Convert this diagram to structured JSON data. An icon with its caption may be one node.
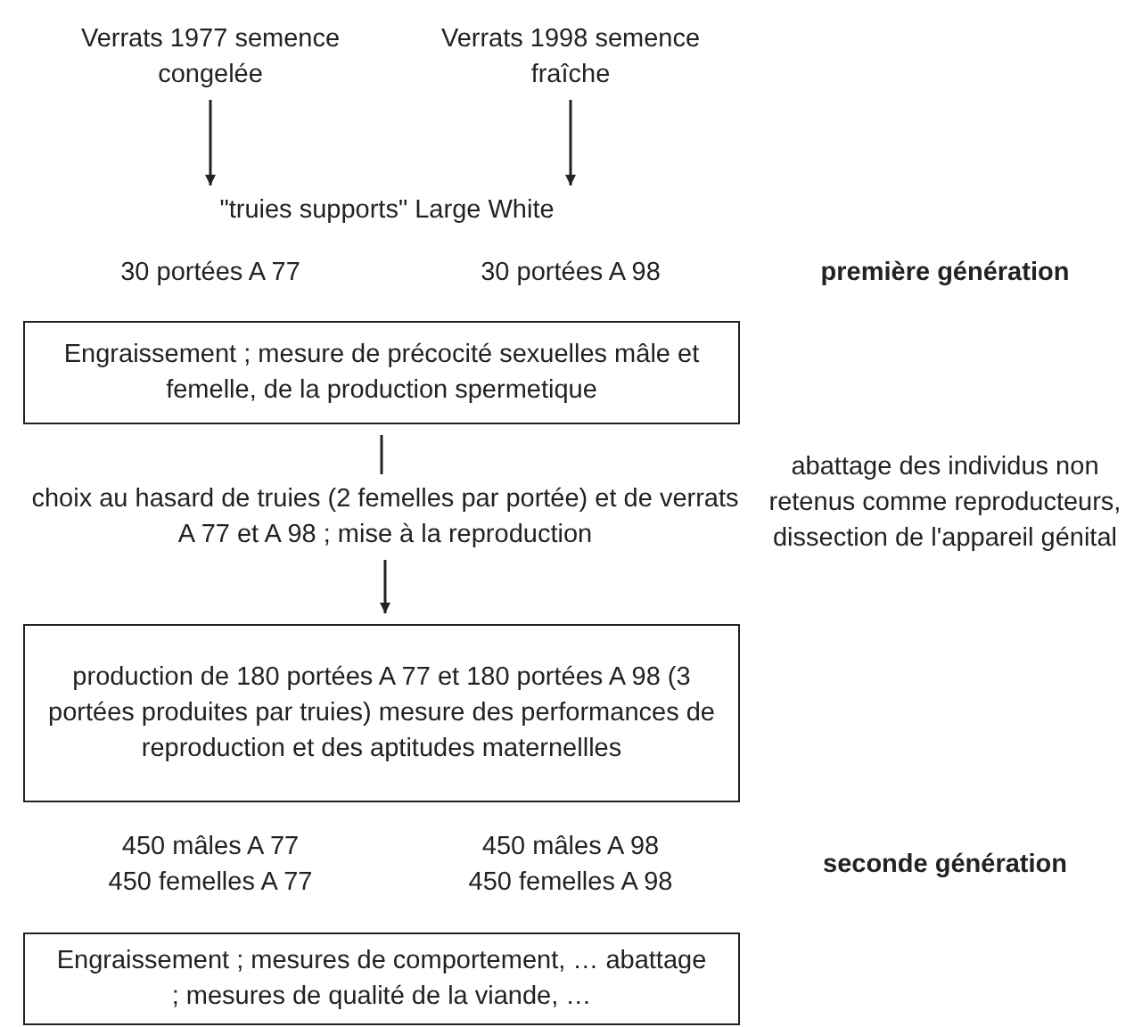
{
  "diagram": {
    "nodes": [
      {
        "text": [
          "Verrats 1977 semence congelée"
        ]
      },
      {
        "text": [
          "Verrats 1998 semence fraîche"
        ]
      },
      {
        "text": [
          "\"truies supports\" Large White"
        ]
      },
      {
        "text": [
          "Engraissement ; mesure de précocité sexuelles mâle et femelle, de la production spermetique"
        ]
      },
      {
        "text": [
          "choix au hasard de truies (2 femelles par portée) et de verrats A 77 et A 98 ; mise à la reproduction"
        ]
      },
      {
        "text": [
          "production de 180 portées A 77 et 180 portées A 98 (3 portées produites par truies) mesure des performances de reproduction et des aptitudes maternellles"
        ]
      },
      {
        "text": [
          "Engraissement ; mesures de comportement, … abattage ; mesures de qualité de la viande, …"
        ]
      }
    ],
    "edges": [
      {
        "from": 0,
        "to": 2,
        "arrow": "to"
      },
      {
        "from": 1,
        "to": 2,
        "arrow": "to"
      },
      {
        "from": 3,
        "to": 4,
        "arrow": "none"
      },
      {
        "from": 4,
        "to": 5,
        "arrow": "to"
      }
    ],
    "labels": [
      "30 portées A 77",
      "30 portées A 98",
      "première génération",
      "abattage des individus non retenus comme reproducteurs, dissection de l'appareil génital",
      "450 mâles A 77",
      "450 mâles A 98",
      "450 femelles A 77",
      "450 femelles A 98",
      "seconde génération"
    ]
  }
}
